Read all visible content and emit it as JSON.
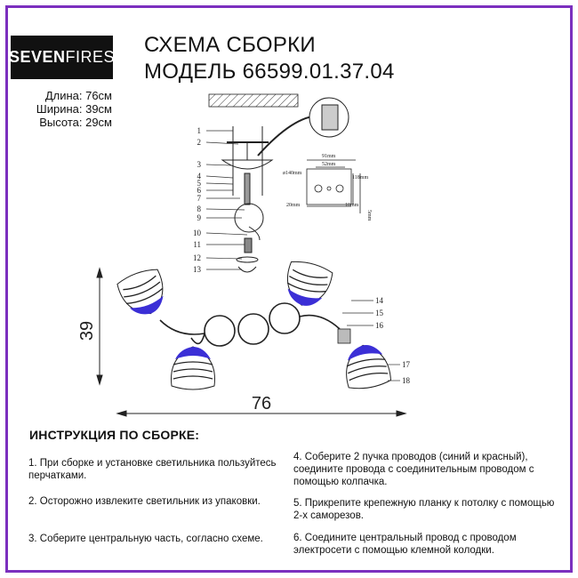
{
  "brand": {
    "bold": "SEVEN",
    "light": "FIRES"
  },
  "title": {
    "line1": "СХЕМА СБОРКИ",
    "line2": "МОДЕЛЬ 66599.01.37.04"
  },
  "dimensions": {
    "length": "Длина: 76см",
    "width": "Ширина: 39см",
    "height": "Высота: 29см"
  },
  "drawing": {
    "part_numbers": [
      "1",
      "2",
      "3",
      "4",
      "5",
      "6",
      "7",
      "8",
      "9",
      "10",
      "11",
      "12",
      "13",
      "14",
      "15",
      "16",
      "17",
      "18"
    ],
    "detail_labels": {
      "d140": "ø140mm",
      "d91": "91mm",
      "d52": "52mm",
      "d118": "118mm",
      "d20": "20mm",
      "d10": "10mm",
      "d5": "5mm"
    },
    "height_dim": "39",
    "length_dim": "76",
    "colors": {
      "frame": "#7b2fbe",
      "shade_blue": "#3b2fd6"
    }
  },
  "instructions": {
    "heading": "ИНСТРУКЦИЯ ПО СБОРКЕ:",
    "step1": "1. При сборке и установке светильника пользуйтесь перчатками.",
    "step2": "2. Осторожно извлеките светильник из упаковки.",
    "step3": "3. Соберите центральную часть, согласно схеме.",
    "step4": "4. Соберите 2 пучка проводов (синий и красный), соедините провода с соединительным проводом с помощью колпачка.",
    "step5": "5. Прикрепите крепежную планку к потолку с помощью 2-х саморезов.",
    "step6": "6. Соедините центральный провод с проводом электросети с помощью клемной колодки."
  }
}
